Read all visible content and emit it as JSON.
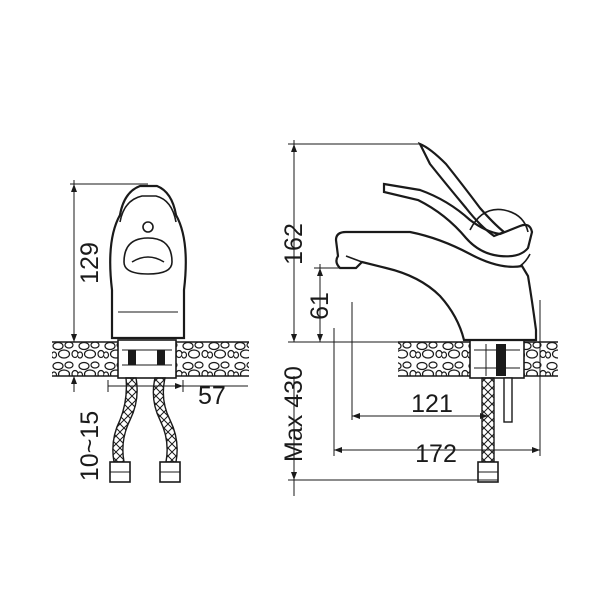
{
  "dimensions": {
    "front_height": "129",
    "hose_spacing": "57",
    "counter_thickness": "10~15",
    "total_height": "162",
    "spout_height": "61",
    "spout_reach": "121",
    "total_depth": "172",
    "max_hose_length": "Max 430"
  },
  "colors": {
    "line": "#1a1a1a",
    "background": "#ffffff"
  }
}
